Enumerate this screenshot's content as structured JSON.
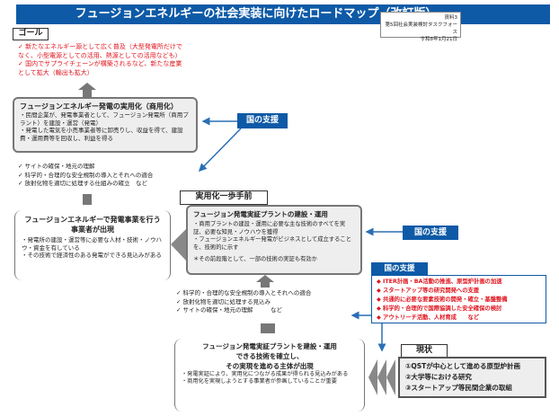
{
  "title": "フュージョンエネルギーの社会実装に向けたロードマップ（改訂版）",
  "reference": {
    "line1": "資料3",
    "line2": "第5回社会実装検討タスクフォース",
    "line3": "令和8年1月21日"
  },
  "goal": {
    "label": "ゴール",
    "items": [
      "✓ 新たなエネルギー源として広く普及（大型発電所だけでなく、小型電源としての活用、熱源としての活用なども）",
      "✓ 国内でサプライチェーンが構築されるなど、新たな産業として拡大（輸出も拡大）"
    ]
  },
  "commercial": {
    "title": "フュージョンエネルギー発電の実用化（商用化）",
    "items": [
      "民間企業が、発電事業者として、フュージョン発電所（商用プラント）を建設・運営（発電）",
      "発電した電気を小売事業者等に卸売りし、収益を得て、建設費・運用費等を回収し、利益を得る"
    ]
  },
  "support1": "国の支援",
  "conditions1": [
    "✓ サイトの確保・地元の理解",
    "✓ 科学的・合理的な安全規制の導入とそれへの適合",
    "✓ 放射化物を適切に処理する仕組みの確立　など"
  ],
  "operator": {
    "title": "フュージョンエネルギーで発電事業を行う事業者が出現",
    "items": [
      "発電所の建設・運営等に必要な人材・技術・ノウハウ・資金を有している",
      "その技術で経済性のある発電ができる見込みがある"
    ]
  },
  "pre": {
    "label": "実用化一歩手前",
    "title": "フュージョン発電実証プラントの建設・運用",
    "items": [
      "商用プラントの建設・運用に必要な主な技術のすべてを実証、必要な知見・ノウハウを獲得",
      "フュージョンエネルギー発電がビジネスとして成立することを、技術的に示す"
    ],
    "note": "＊その前段階として、一部の技術の実証も有効か"
  },
  "support2": "国の支援",
  "support3": {
    "label": "国の支援",
    "items": [
      "ITER計画・BA活動の推進、原型炉計画の加速",
      "スタートアップ等の研究開発への支援",
      "共通的に必要な要素技術の開発・確立・基盤整備",
      "科学的・合理的で国際協調した安全確保の検討",
      "アウトリーチ活動、人材育成　　など"
    ]
  },
  "conditions2": [
    "✓ 科学的・合理的な安全規制の導入とそれへの適合",
    "✓ 放射化物を適切に処理する見込み",
    "✓ サイトの確保・地元の理解　　　など"
  ],
  "demo": {
    "title1": "フュージョン発電実証プラントを建設・運用",
    "title2": "できる技術を確立し、",
    "title3": "その実現を進める主体が出現",
    "items": [
      "発電実証により、実用化につながる成果が得られる見込みがある",
      "商用化を実現しようとする事業者が参画していることが重要"
    ]
  },
  "current": {
    "label": "現状",
    "items": [
      "①QSTが中心として進める原型炉計画",
      "②大学等における研究",
      "③スタートアップ等民間企業の取組"
    ]
  }
}
